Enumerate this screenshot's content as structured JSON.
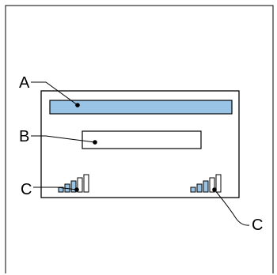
{
  "callouts": {
    "a": "A",
    "b": "B",
    "c_left": "C",
    "c_right": "C"
  },
  "colors": {
    "frame_stroke": "#000000",
    "highlight_fill": "#99c4e6",
    "bar_fill": "#99c4e6",
    "empty_fill": "#ffffff"
  },
  "signal_indicators": {
    "left": {
      "filled_bars": 3,
      "total_bars": 5
    },
    "right": {
      "filled_bars": 3,
      "total_bars": 5
    }
  }
}
